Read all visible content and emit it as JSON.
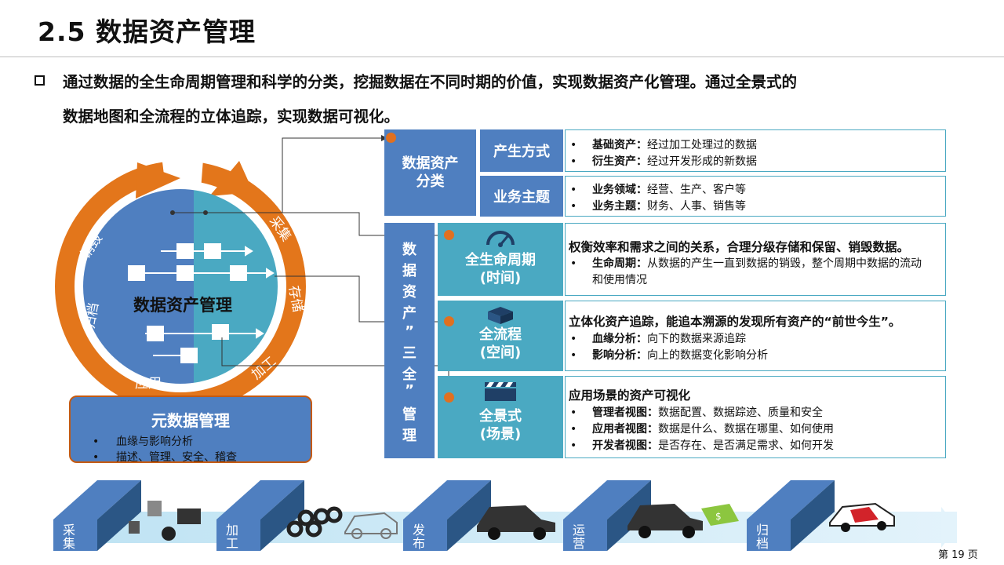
{
  "header": {
    "title": "2.5 数据资产管理",
    "intro_line1": "通过数据的全生命周期管理和科学的分类，挖掘数据在不同时期的价值，实现数据资产化管理。通过全景式的",
    "intro_line2": "数据地图和全流程的立体追踪，实现数据可视化。"
  },
  "cycle": {
    "center_title": "数据资产管理",
    "stages": [
      "采集",
      "存储",
      "加工",
      "应用",
      "归档",
      "销毁"
    ]
  },
  "metadata": {
    "title": "元数据管理",
    "items": [
      "血缘与影响分析",
      "描述、管理、安全、稽查"
    ]
  },
  "classification": {
    "title_line1": "数据资产",
    "title_line2": "分类",
    "rows": [
      {
        "label": "产生方式",
        "items": [
          {
            "key": "基础资产：",
            "value": "经过加工处理过的数据"
          },
          {
            "key": "衍生资产：",
            "value": "经过开发形成的新数据"
          }
        ]
      },
      {
        "label": "业务主题",
        "items": [
          {
            "key": "业务领域：",
            "value": "经营、生产、客户等"
          },
          {
            "key": "业务主题：",
            "value": "财务、人事、销售等"
          }
        ]
      }
    ]
  },
  "three_all": {
    "title_chars": [
      "数",
      "据",
      "资",
      "产",
      "”",
      "三",
      "全",
      "”",
      "管",
      "理"
    ],
    "rows": [
      {
        "label1": "全生命周期",
        "label2": "(时间)",
        "icon": "speedometer-icon",
        "head": "权衡效率和需求之间的关系，合理分级存储和保留、销毁数据。",
        "items": [
          {
            "key": "生命周期：",
            "value": "从数据的产生一直到数据的销毁，整个周期中数据的流动",
            "value2": "和使用情况"
          }
        ]
      },
      {
        "label1": "全流程",
        "label2": "(空间)",
        "icon": "cube-icon",
        "head": "立体化资产追踪，能追本溯源的发现所有资产的“前世今生”。",
        "items": [
          {
            "key": "血缘分析：",
            "value": "向下的数据来源追踪"
          },
          {
            "key": "影响分析：",
            "value": "向上的数据变化影响分析"
          }
        ]
      },
      {
        "label1": "全景式",
        "label2": "(场景)",
        "icon": "clapperboard-icon",
        "head": "应用场景的资产可视化",
        "items": [
          {
            "key": "管理者视图：",
            "value": "数据配置、数据踪迹、质量和安全"
          },
          {
            "key": "应用者视图：",
            "value": "数据是什么、数据在哪里、如何使用"
          },
          {
            "key": "开发者视图：",
            "value": "是否存在、是否满足需求、如何开发"
          }
        ]
      }
    ]
  },
  "process": {
    "stages": [
      "采集",
      "加工",
      "发布",
      "运营",
      "归档"
    ]
  },
  "footer": {
    "page_label": "第 19 页"
  },
  "colors": {
    "orange": "#e3761b",
    "blue": "#4f7fc0",
    "teal": "#4aa9c2"
  }
}
